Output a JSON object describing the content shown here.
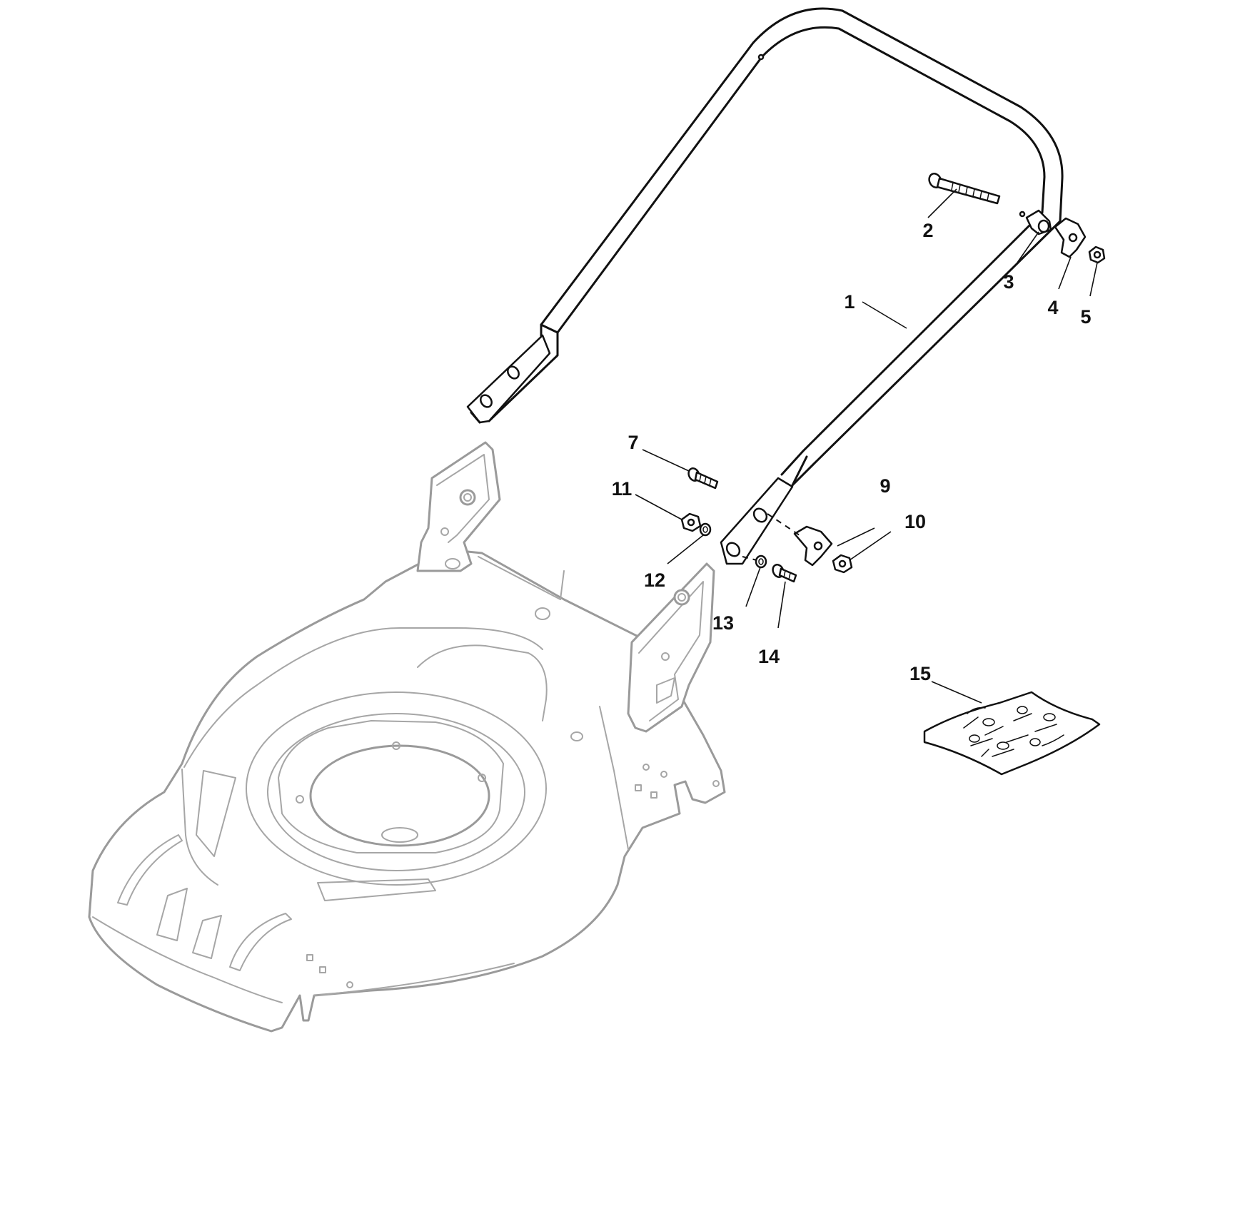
{
  "diagram": {
    "kind": "exploded-parts-diagram",
    "colors": {
      "parts": "#111111",
      "deck": "#9a9a9a",
      "background": "#ffffff"
    },
    "callouts": [
      {
        "id": "c1",
        "label": "1"
      },
      {
        "id": "c2",
        "label": "2"
      },
      {
        "id": "c3",
        "label": "3"
      },
      {
        "id": "c4",
        "label": "4"
      },
      {
        "id": "c5",
        "label": "5"
      },
      {
        "id": "c7",
        "label": "7"
      },
      {
        "id": "c9",
        "label": "9"
      },
      {
        "id": "c10",
        "label": "10"
      },
      {
        "id": "c11",
        "label": "11"
      },
      {
        "id": "c12",
        "label": "12"
      },
      {
        "id": "c13",
        "label": "13"
      },
      {
        "id": "c14",
        "label": "14"
      },
      {
        "id": "c15",
        "label": "15"
      }
    ]
  }
}
